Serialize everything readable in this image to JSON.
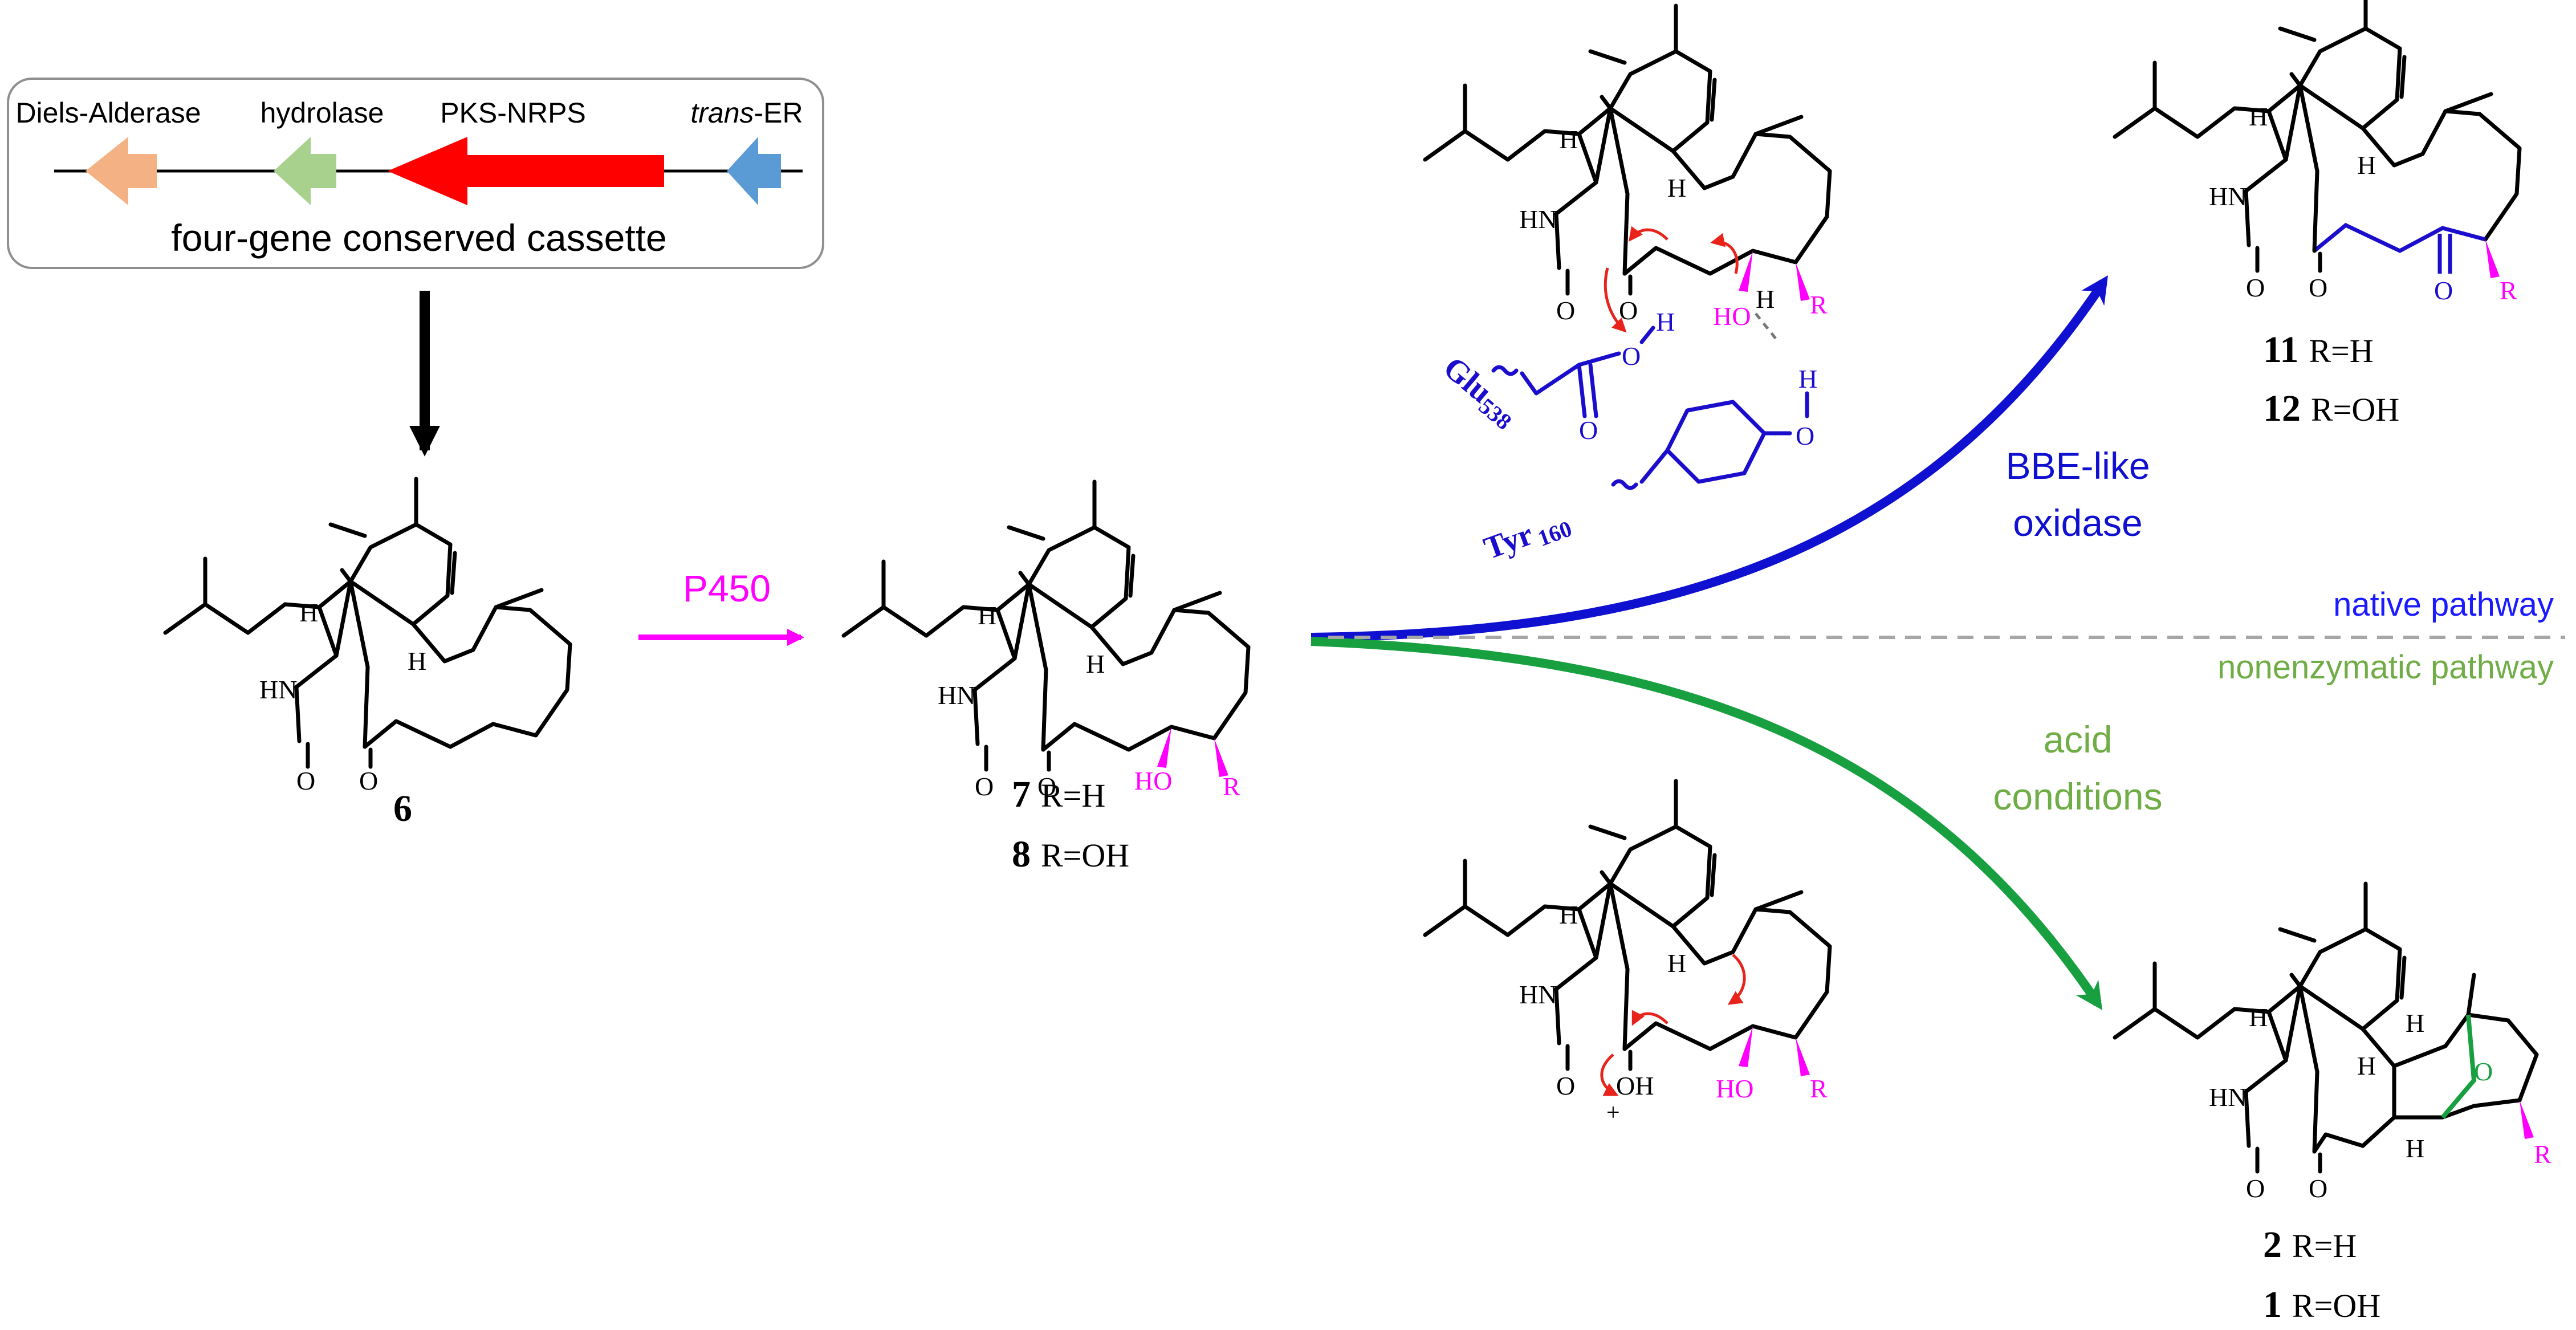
{
  "gene_cluster": {
    "genes": [
      {
        "label": "Diels-Alderase",
        "color": "#f4b183"
      },
      {
        "label": "hydrolase",
        "color": "#a9d18e"
      },
      {
        "label": "PKS-NRPS",
        "color": "#ff0000"
      },
      {
        "label_italic": "trans",
        "label_rest": "-ER",
        "color": "#5b9bd5"
      }
    ],
    "caption": "four-gene conserved cassette"
  },
  "compounds": {
    "c6": {
      "number": "6"
    },
    "c7": {
      "number": "7",
      "r": "R=H"
    },
    "c8": {
      "number": "8",
      "r": "R=OH"
    },
    "c11": {
      "number": "11",
      "r": "R=H"
    },
    "c12": {
      "number": "12",
      "r": "R=OH"
    },
    "c2": {
      "number": "2",
      "r": "R=H"
    },
    "c1": {
      "number": "1",
      "r": "R=OH"
    }
  },
  "steps": {
    "p450": "P450",
    "bbe": [
      "BBE-like",
      "oxidase"
    ],
    "acid": [
      "acid",
      "conditions"
    ]
  },
  "pathways": {
    "native": "native pathway",
    "nonenzymatic": "nonenzymatic pathway"
  },
  "residues": {
    "glu": {
      "name": "Glu",
      "sub": "538"
    },
    "tyr": {
      "name": "Tyr",
      "sub": "160"
    }
  },
  "atoms": {
    "H": "H",
    "HN": "HN",
    "O": "O",
    "HO": "HO",
    "R": "R",
    "OH": "OH",
    "plus": "+"
  },
  "colors": {
    "native_arrow": "#1010d0",
    "acid_arrow": "#18a040",
    "p450_arrow": "#ff00ff",
    "native_text": "#1a1aff",
    "nonenzymatic_text": "#70ad47",
    "residue_text": "#1a0dcc",
    "magenta": "#ff00ff",
    "mechanism_arrow": "#e8231c"
  }
}
